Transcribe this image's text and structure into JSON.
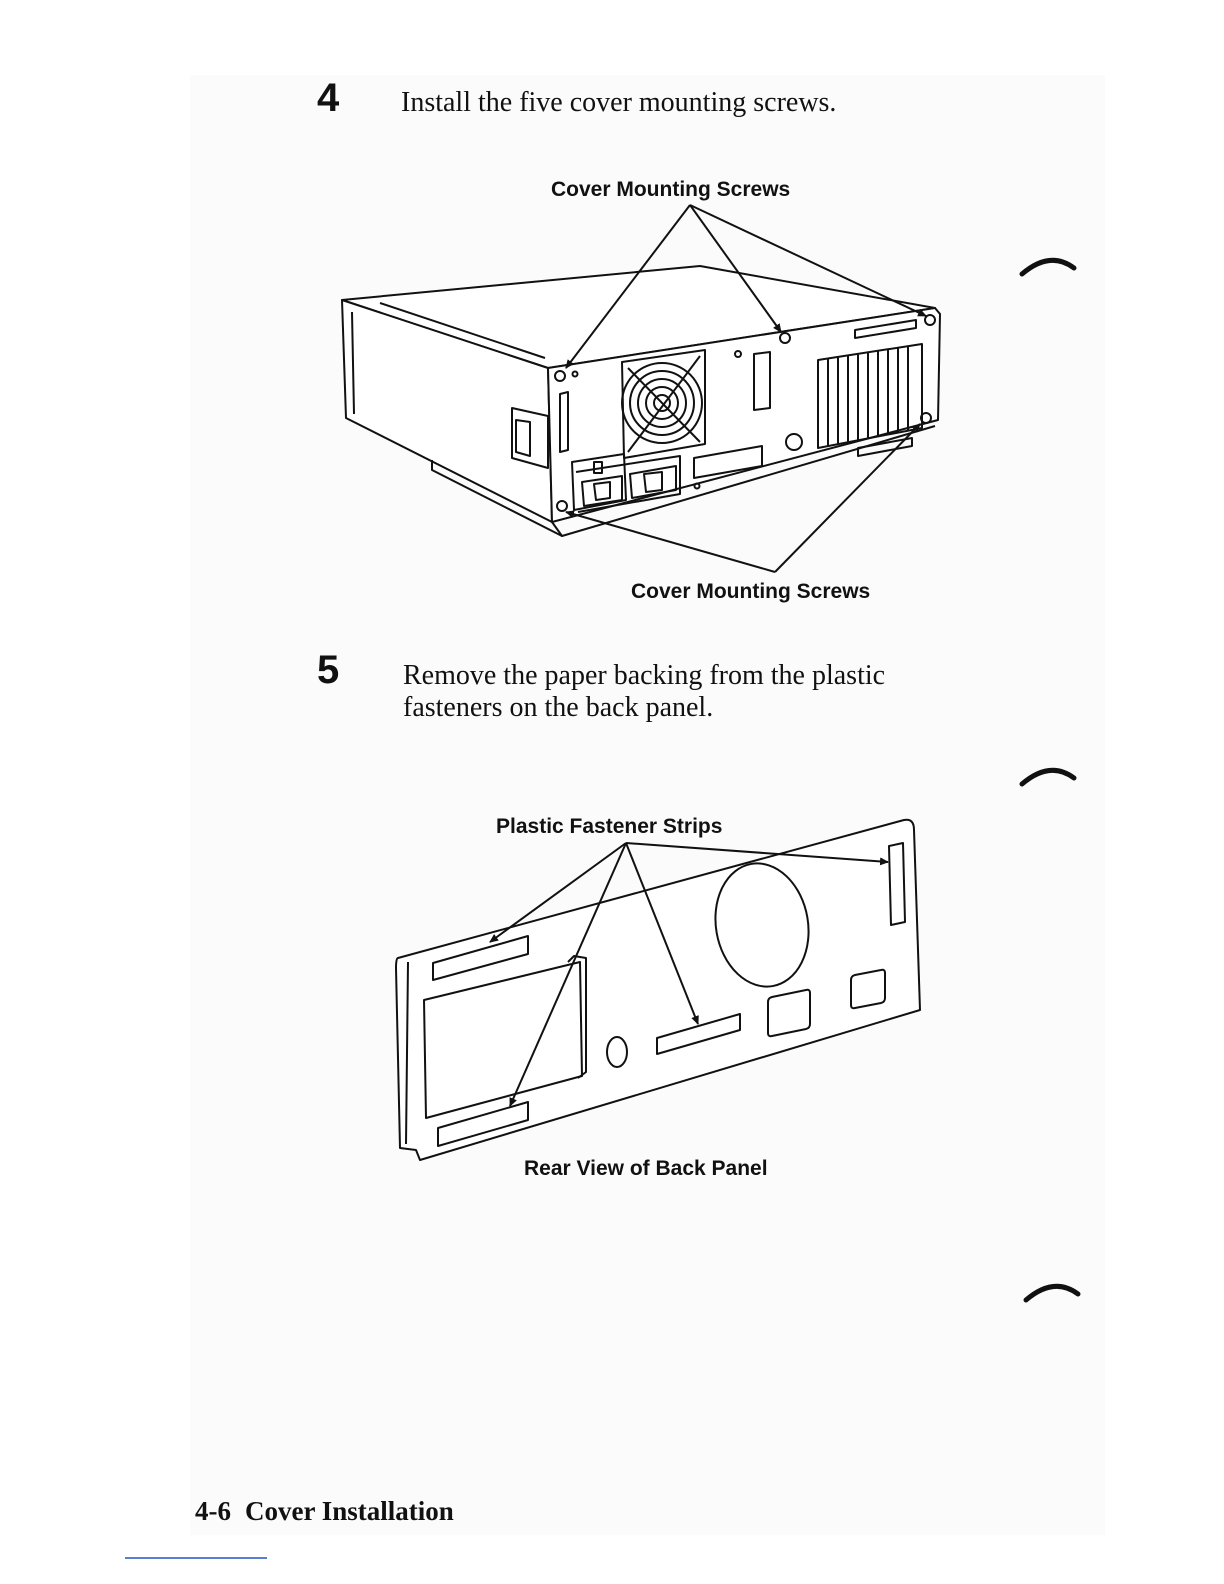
{
  "step4": {
    "number": "4",
    "text": "Install the five cover mounting screws.",
    "label_top": "Cover Mounting Screws",
    "label_bottom": "Cover Mounting Screws"
  },
  "step5": {
    "number": "5",
    "text": "Remove the paper backing from the plastic fasteners on the back panel.",
    "label_strips": "Plastic Fastener Strips",
    "caption": "Rear View of Back Panel"
  },
  "footer": {
    "page_number": "4-6",
    "section": "Cover Installation"
  }
}
